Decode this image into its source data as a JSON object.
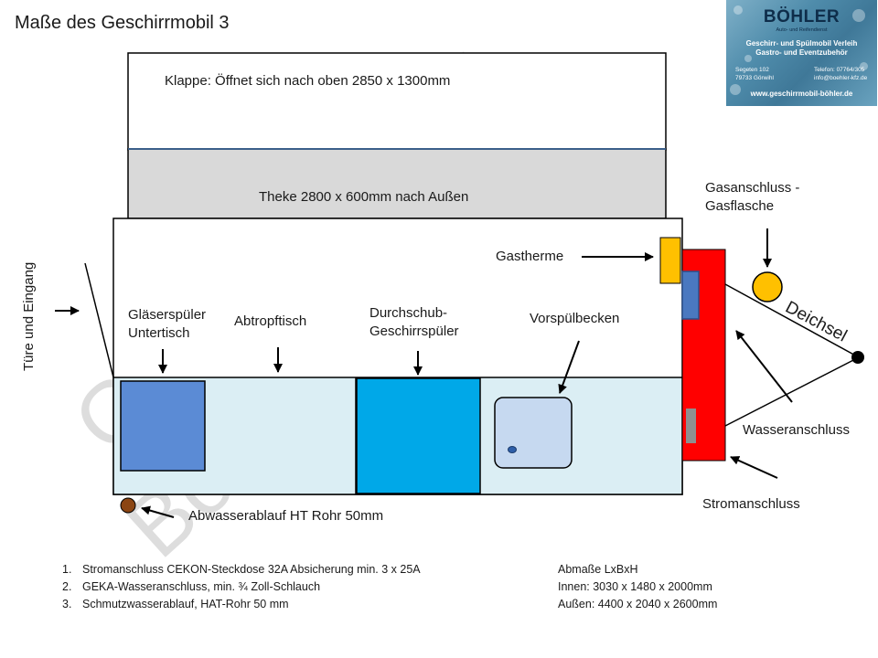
{
  "title": "Maße des Geschirrmobil 3",
  "logo": {
    "brand": "BÖHLER",
    "subtitle": "Auto- und Reifendienst",
    "line1": "Geschirr- und Spülmobil Verleih",
    "line2": "Gastro- und Eventzubehör",
    "address_street": "Segeten 102",
    "address_city": "79733 Görwihl",
    "phone": "Telefon: 07764/305",
    "email": "info@boehler-kfz.de",
    "website": "www.geschirrmobil-böhler.de"
  },
  "watermark": {
    "line1": "Geschirrmobil",
    "line2": "Böhler"
  },
  "labels": {
    "klappe": "Klappe:  Öffnet sich nach oben 2850 x 1300mm",
    "theke": "Theke 2800 x 600mm   nach Außen",
    "tuere": "Türe und Eingang",
    "glaeserspueler": "Gläserspüler\nUntertisch",
    "abtropftisch": "Abtropftisch",
    "durchschub": "Durchschub-\nGeschirrspüler",
    "vorspuelbecken": "Vorspülbecken",
    "gastherme": "Gastherme",
    "gasanschluss": "Gasanschluss -\nGasflasche",
    "deichsel": "Deichsel",
    "wasseranschluss": "Wasseranschluss",
    "stromanschluss": "Stromanschluss",
    "abwasser": "Abwasserablauf HT Rohr 50mm"
  },
  "notes": [
    {
      "num": "1.",
      "text": "Stromanschluss CEKON-Steckdose 32A Absicherung min. 3 x 25A"
    },
    {
      "num": "2.",
      "text": "GEKA-Wasseranschluss, min. ¾ Zoll-Schlauch"
    },
    {
      "num": "3.",
      "text": "Schmutzwasserablauf, HAT-Rohr 50 mm"
    }
  ],
  "dimensions": {
    "heading": "Abmaße LxBxH",
    "inner": "Innen: 3030 x 1480 x 2000mm",
    "outer": "Außen: 4400 x 2040 x 2600mm"
  },
  "colors": {
    "counter": "#d9d9d9",
    "counter_line": "#3b5f8a",
    "work_area": "#dbeef4",
    "glaeserspueler": "#5b8bd5",
    "durchschub": "#00a8e8",
    "sink": "#c6d9f0",
    "red_panel": "#ff0000",
    "gastherme": "#ffc000",
    "gas_bottle": "#ffc000",
    "drain": "#8b4513",
    "outline": "#000000"
  }
}
